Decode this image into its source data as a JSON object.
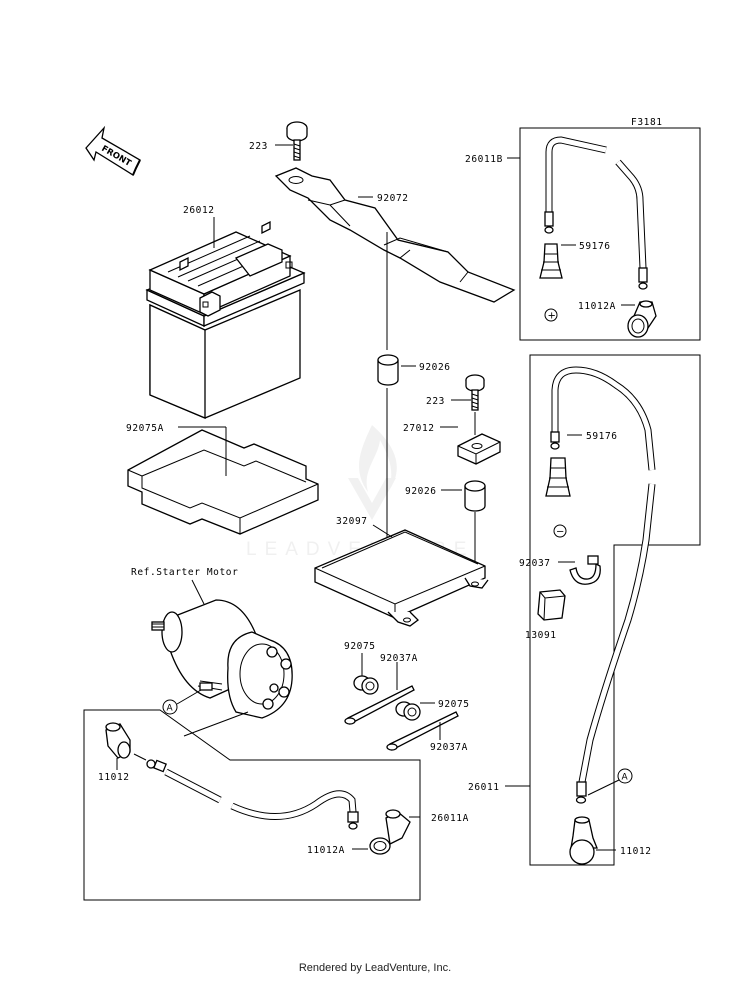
{
  "figure_code": "F3181",
  "front_label": "FRONT",
  "footer": "Rendered by LeadVenture, Inc.",
  "watermark": "LEADVENTURE",
  "ref_label": "Ref.Starter Motor",
  "callouts": {
    "c223_top": "223",
    "c26012": "26012",
    "c92072": "92072",
    "c92026_top": "92026",
    "c223_mid": "223",
    "c27012": "27012",
    "c92026_mid": "92026",
    "c92075A": "92075A",
    "c32097": "32097",
    "c26011B": "26011B",
    "c59176_top": "59176",
    "c11012A_top": "11012A",
    "c59176_mid": "59176",
    "c92037": "92037",
    "c13091": "13091",
    "c92075_a": "92075",
    "c92037A_a": "92037A",
    "c92075_b": "92075",
    "c92037A_b": "92037A",
    "c11012_left": "11012",
    "c26011A": "26011A",
    "c11012A_bot": "11012A",
    "c26011": "26011",
    "c11012_right": "11012"
  },
  "markers": {
    "ref_a_left": "A",
    "ref_a_right": "A",
    "plus": "+",
    "minus": "−"
  }
}
